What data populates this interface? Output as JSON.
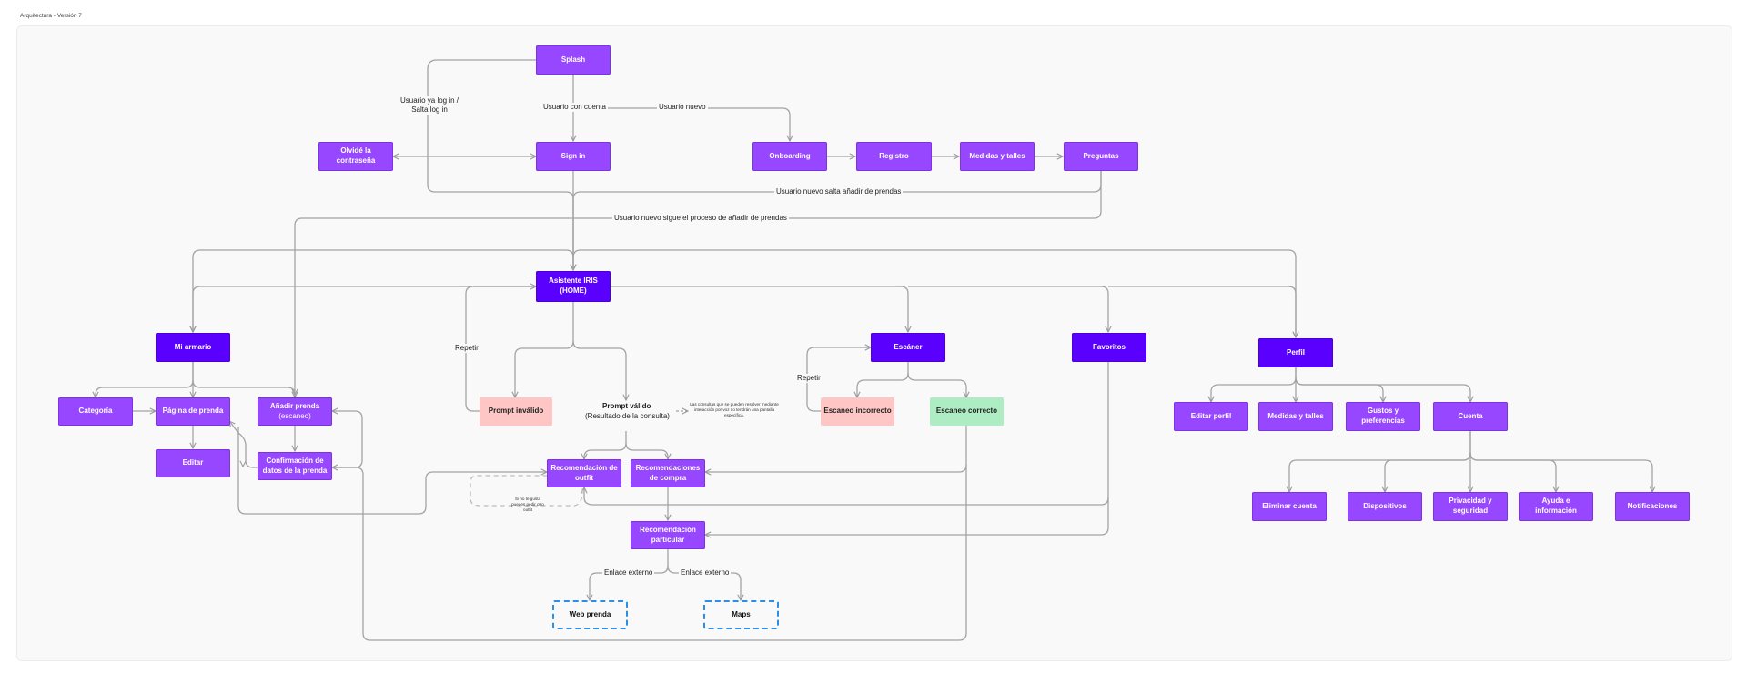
{
  "page_label": "Arquitectura - Versión 7",
  "nodes": {
    "splash": "Splash",
    "sign_in": "Sign in",
    "olvide": "Olvidé la contraseña",
    "onboarding": "Onboarding",
    "registro": "Registro",
    "medidas_tallas_top": "Medidas y talles",
    "preguntas": "Preguntas",
    "asistente_l1": "Asistente IRIS",
    "asistente_l2": "(HOME)",
    "mi_armario": "Mi armario",
    "categoria": "Categoría",
    "pagina_prenda": "Página de prenda",
    "anadir_l1": "Añadir prenda",
    "anadir_l2": "(escaneo)",
    "editar": "Editar",
    "confirmacion": "Confirmación de datos de la prenda",
    "prompt_invalido": "Prompt inválido",
    "rec_outfit": "Recomendación de outfit",
    "rec_compra": "Recomendaciones de compra",
    "rec_particular": "Recomendación particular",
    "web_prenda": "Web prenda",
    "maps": "Maps",
    "escaner": "Escáner",
    "escaneo_incorrecto": "Escaneo incorrecto",
    "escaneo_correcto": "Escaneo correcto",
    "favoritos": "Favoritos",
    "perfil": "Perfil",
    "editar_perfil": "Editar perfil",
    "medidas_tallas": "Medidas y talles",
    "gustos": "Gustos y preferencias",
    "cuenta": "Cuenta",
    "eliminar_cuenta": "Eliminar cuenta",
    "dispositivos": "Dispositivos",
    "privacidad": "Privacidad y seguridad",
    "ayuda": "Ayuda e información",
    "notificaciones": "Notificaciones"
  },
  "labels": {
    "usuario_ya_login": "Usuario ya log in / Salta log in",
    "usuario_con_cuenta": "Usuario con cuenta",
    "usuario_nuevo": "Usuario nuevo",
    "usuario_nuevo_salta": "Usuario nuevo salta añadir de prendas",
    "usuario_nuevo_sigue": "Usuario nuevo sigue el proceso de añadir de prendas",
    "repetir_prompt": "Repetir",
    "repetir_escaneo": "Repetir",
    "prompt_valido_l1": "Prompt válido",
    "prompt_valido_l2": "(Resultado de la consulta)",
    "enlace_externo_1": "Enlace externo",
    "enlace_externo_2": "Enlace externo"
  },
  "notes": {
    "consultas": "Las consultas que se pueden resolver mediante interacción por voz no tendrán una pantalla específica.",
    "no_gusta": "Si no te gusta puedes pedir otro outfit"
  },
  "colors": {
    "node_primary": "#9747ff",
    "node_home": "#5a00ff",
    "node_error": "#ffc6c6",
    "node_success": "#aeedc4",
    "external_border": "#2c8ee5",
    "connector": "#a3a3a3"
  }
}
